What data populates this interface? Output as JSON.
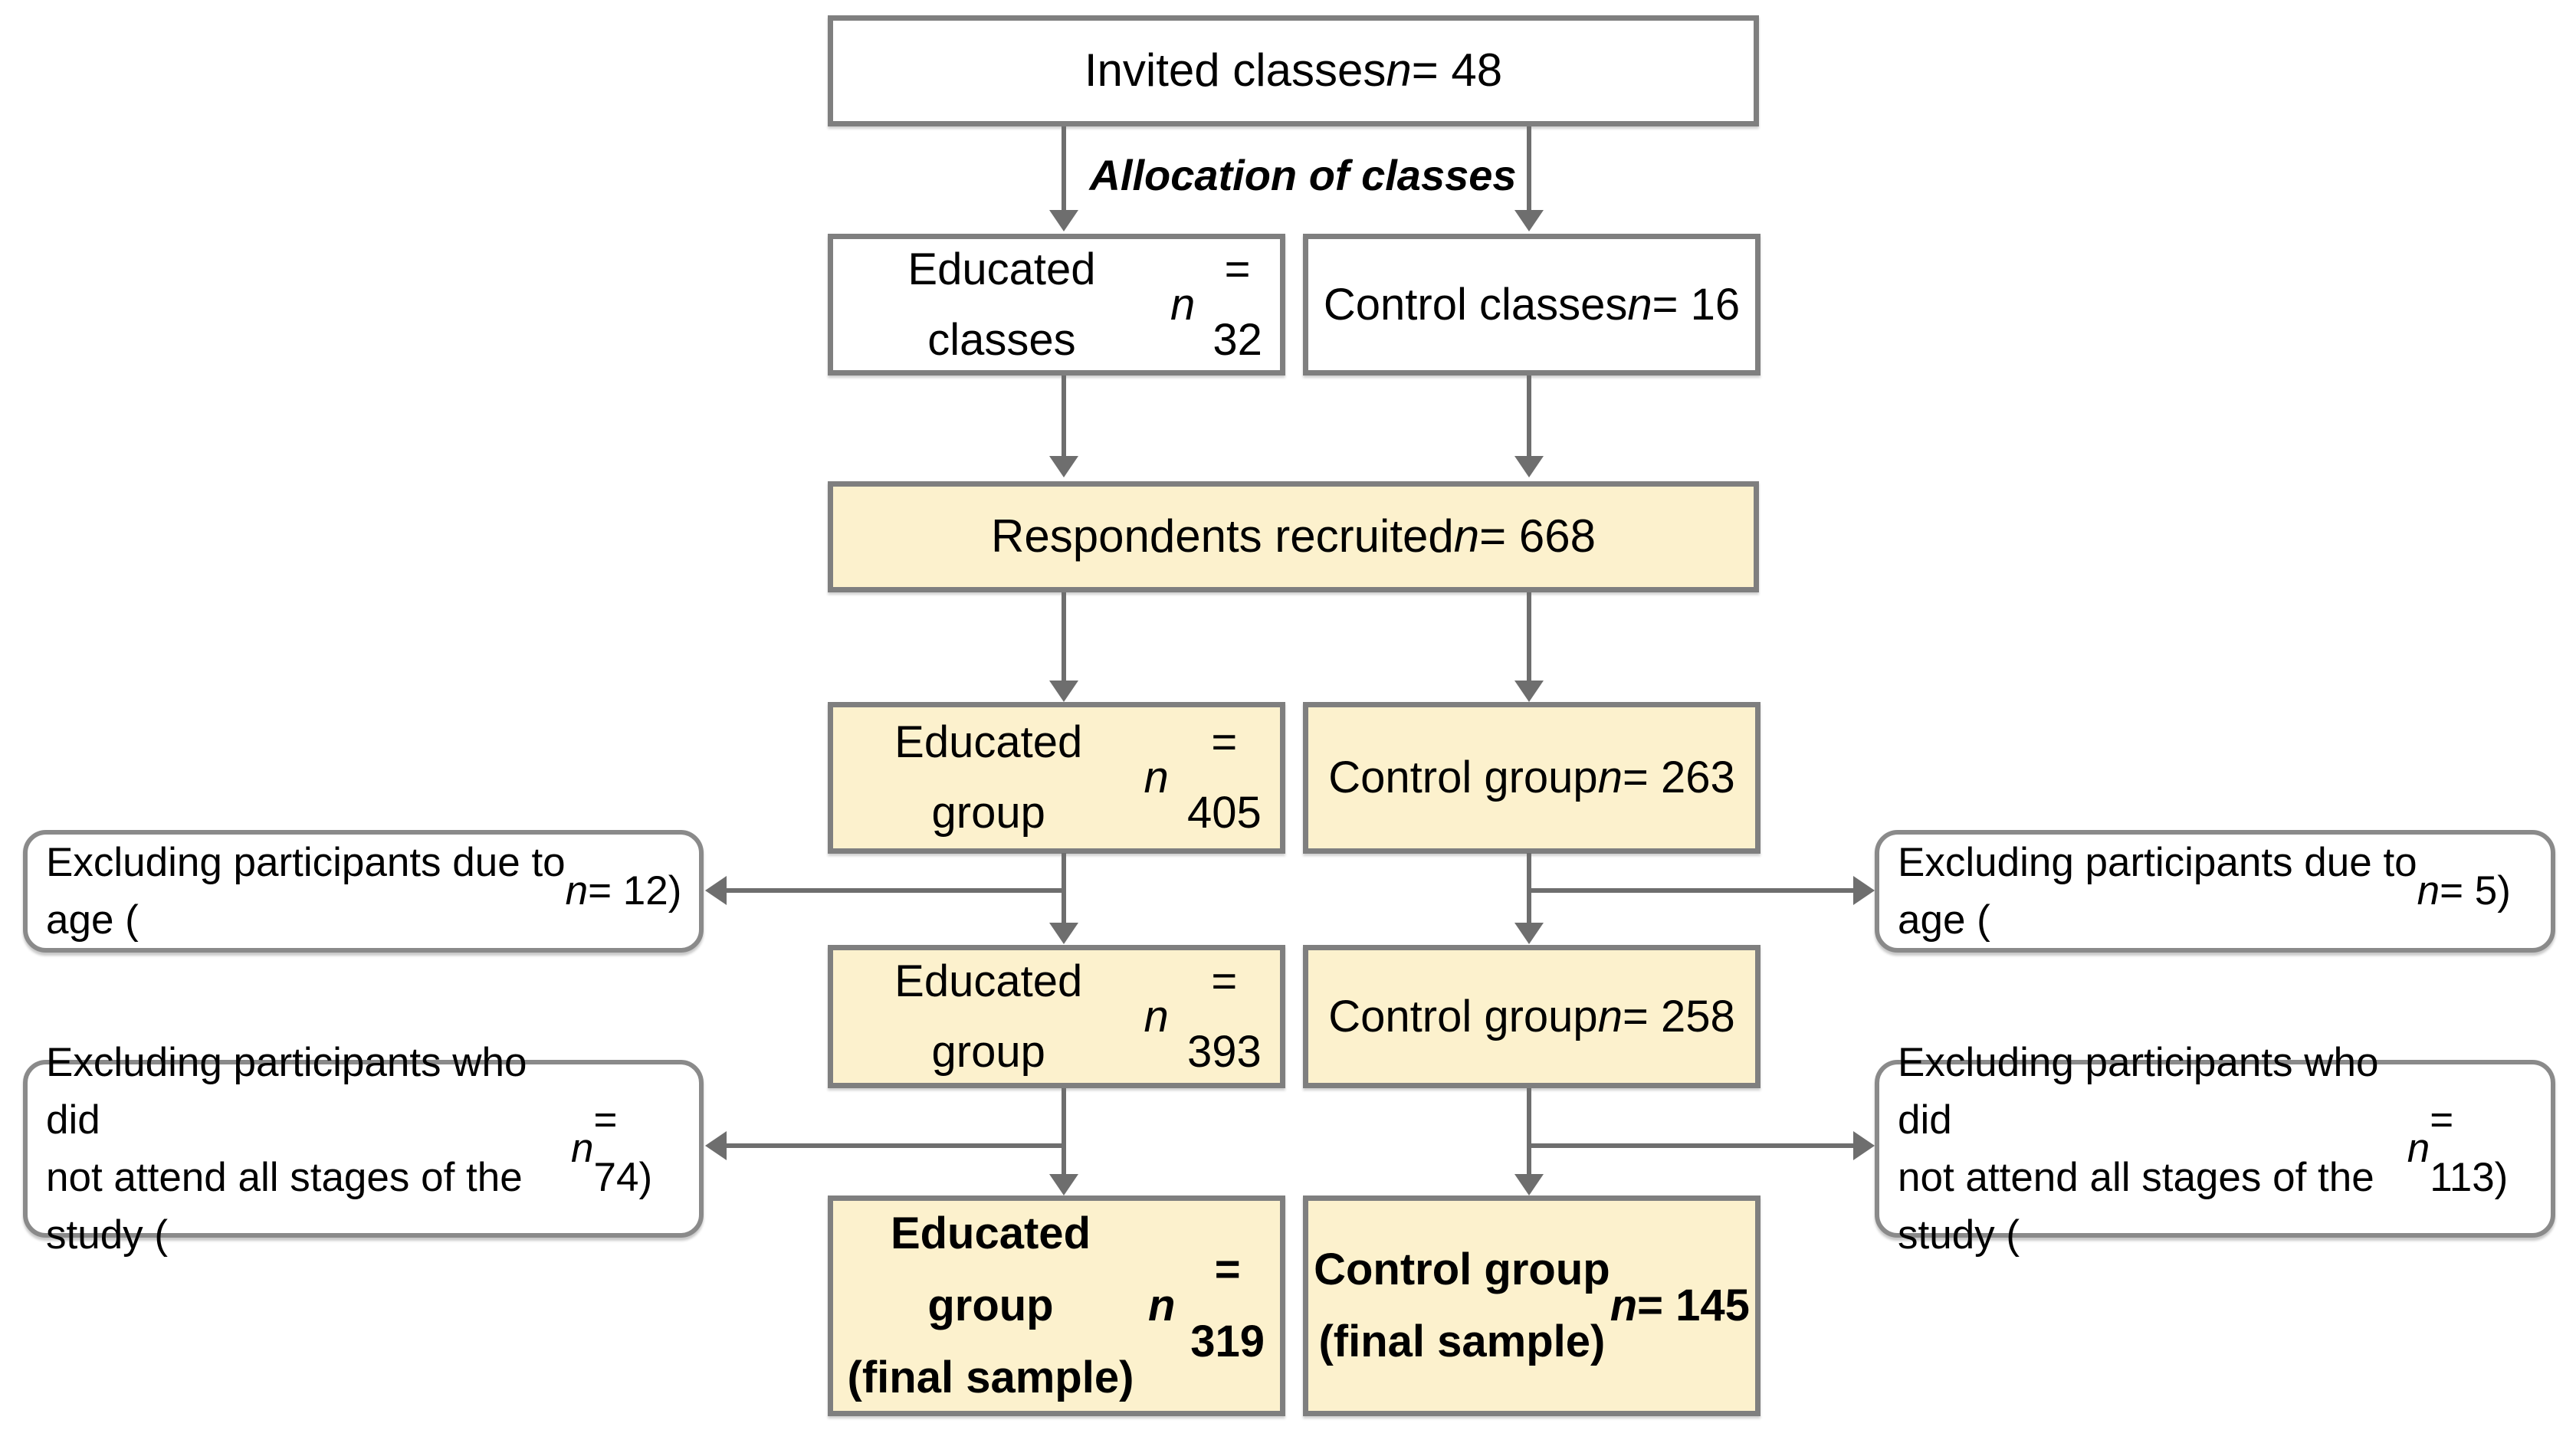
{
  "colors": {
    "highlight_fill": "#FCF1CD",
    "box_fill": "#FFFFFF",
    "border": "#7F7F7F",
    "arrow": "#6E6E6E",
    "text": "#000000"
  },
  "flowchart": {
    "invited": "Invited classes n = 48",
    "allocation_label": "Allocation of classes",
    "educated_classes": [
      "Educated classes",
      "n = 32"
    ],
    "control_classes": [
      "Control classes",
      "n = 16"
    ],
    "respondents": "Respondents recruited n = 668",
    "educated_group_allocated": [
      "Educated group",
      "n = 405"
    ],
    "control_group_allocated": [
      "Control group",
      "n = 263"
    ],
    "excluded_age_educated": [
      "Excluding participants due to",
      "age (n = 12)"
    ],
    "excluded_age_control": [
      "Excluding participants due to",
      "age (n = 5)"
    ],
    "educated_group_after_age": [
      "Educated group",
      "n = 393"
    ],
    "control_group_after_age": [
      "Control group",
      "n = 258"
    ],
    "excluded_attendance_educated": [
      "Excluding participants who did",
      "not attend all stages of the",
      "study (n = 74)"
    ],
    "excluded_attendance_control": [
      "Excluding participants who did",
      "not attend all stages of the",
      "study (n = 113)"
    ],
    "educated_group_final": [
      "Educated group",
      "(final sample)",
      "n = 319"
    ],
    "control_group_final": [
      "Control group",
      "(final sample)",
      "n = 145"
    ]
  }
}
